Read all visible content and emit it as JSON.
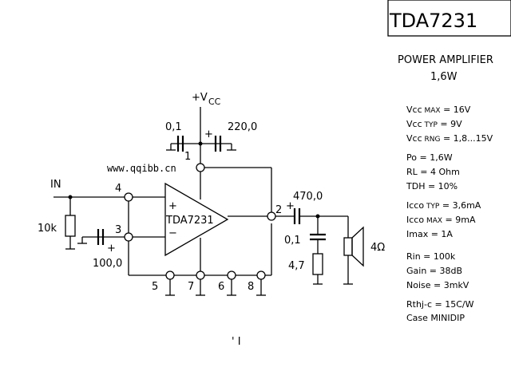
{
  "header": {
    "title": "TDA7231",
    "subtitle_line1": "POWER AMPLIFIER",
    "subtitle_line2": "1,6W"
  },
  "watermark": "www.qqibb.cn",
  "supply": {
    "label_plus_v": "+V",
    "label_cc": "CC"
  },
  "components": {
    "c_top_small": "0,1",
    "c_top_big": "220,0",
    "c_in": "100,0",
    "c_out": "470,0",
    "c_zobel": "0,1",
    "r_in": "10k",
    "r_zobel": "4,7",
    "speaker": "4Ω",
    "plus": "+",
    "minus": "−"
  },
  "input_label": "IN",
  "chip_label": "TDA7231",
  "pins": {
    "p1": "1",
    "p2": "2",
    "p3": "3",
    "p4": "4",
    "p5": "5",
    "p6": "6",
    "p7": "7",
    "p8": "8"
  },
  "specs": [
    {
      "main": "Vcc",
      "sub": "MAX",
      "value": "= 16V"
    },
    {
      "main": "Vcc",
      "sub": "TYP",
      "value": "= 9V"
    },
    {
      "main": "Vcc",
      "sub": "RNG",
      "value": "= 1,8...15V"
    },
    {
      "main": "Po",
      "sub": "",
      "value": "= 1,6W"
    },
    {
      "main": "RL",
      "sub": "",
      "value": "= 4 Ohm"
    },
    {
      "main": "TDH",
      "sub": "",
      "value": "= 10%"
    },
    {
      "main": "Icco",
      "sub": "TYP",
      "value": "= 3,6mA"
    },
    {
      "main": "Icco",
      "sub": "MAX",
      "value": "= 9mA"
    },
    {
      "main": "Imax",
      "sub": "",
      "value": "=    1A"
    },
    {
      "main": "Rin",
      "sub": "",
      "value": "= 100k"
    },
    {
      "main": "Gain",
      "sub": "",
      "value": "= 38dB"
    },
    {
      "main": "Noise",
      "sub": "",
      "value": "= 3mkV"
    },
    {
      "main": "Rthj-c",
      "sub": "",
      "value": "= 15C/W"
    },
    {
      "main": "Case",
      "sub": "",
      "value": "MINIDIP"
    }
  ],
  "stray_mark": "' I"
}
